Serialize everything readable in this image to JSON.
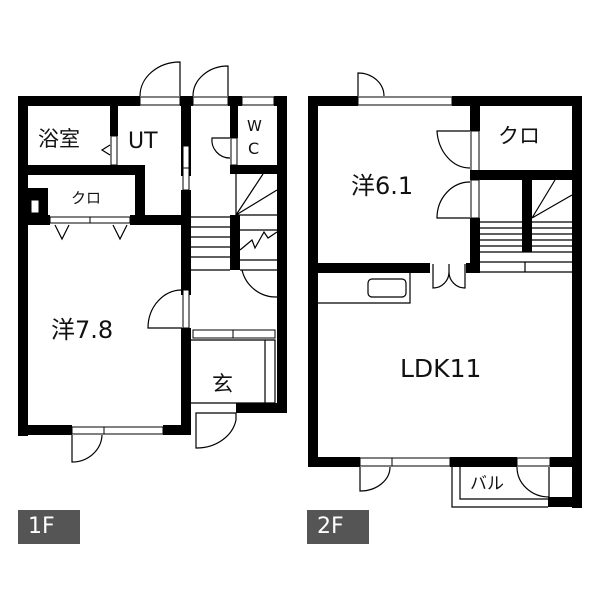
{
  "floor1": {
    "tag": "1F",
    "rooms": {
      "bath": "浴室",
      "utility": "UT",
      "toilet_w": "W",
      "toilet_c": "C",
      "closet": "クロ",
      "western_room": "洋7.8",
      "entrance": "玄"
    }
  },
  "floor2": {
    "tag": "2F",
    "rooms": {
      "western_room": "洋6.1",
      "closet": "クロ",
      "ldk": "LDK11",
      "balcony": "バル"
    }
  }
}
